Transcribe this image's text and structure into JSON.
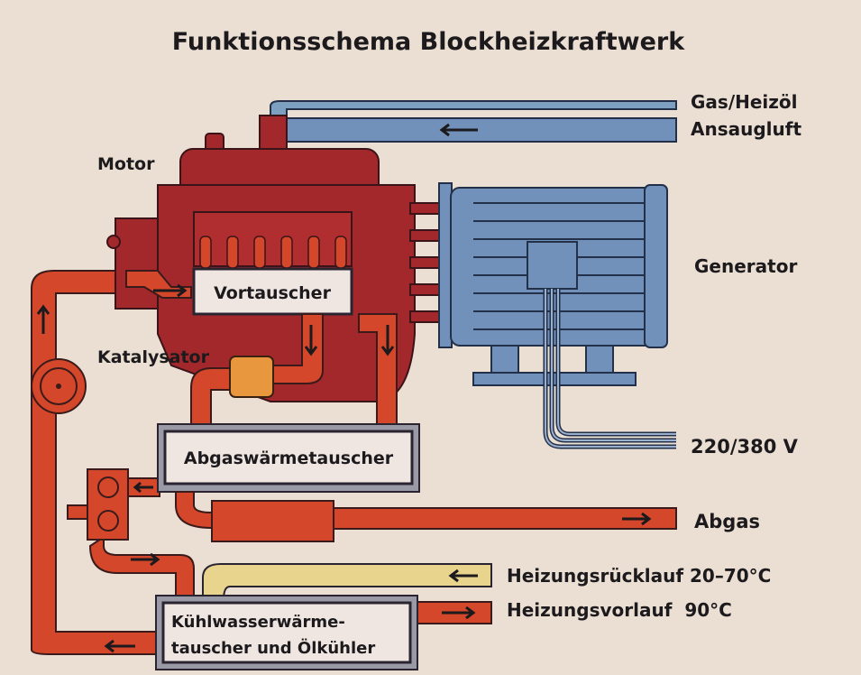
{
  "title": "Funktionsschema Blockheizkraftwerk",
  "labels": {
    "gas": "Gas/Heizöl",
    "air": "Ansaugluft",
    "motor": "Motor",
    "generator": "Generator",
    "katalysator": "Katalysator",
    "voltage": "220/380 V",
    "abgas": "Abgas",
    "ruecklauf": "Heizungsrücklauf 20–70°C",
    "vorlauf": "Heizungsvorlauf  90°C"
  },
  "boxes": {
    "vortauscher": "Vortauscher",
    "abgaswt": "Abgaswärmetauscher",
    "kuehl_line1": "Kühlwasserwärme-",
    "kuehl_line2": "tauscher und Ölkühler"
  },
  "colors": {
    "background": "#ebdfd3",
    "engine": "#a3282c",
    "pipe": "#d4472a",
    "generator": "#7191bb",
    "return": "#e9d48e",
    "catalyst": "#e8973e"
  }
}
